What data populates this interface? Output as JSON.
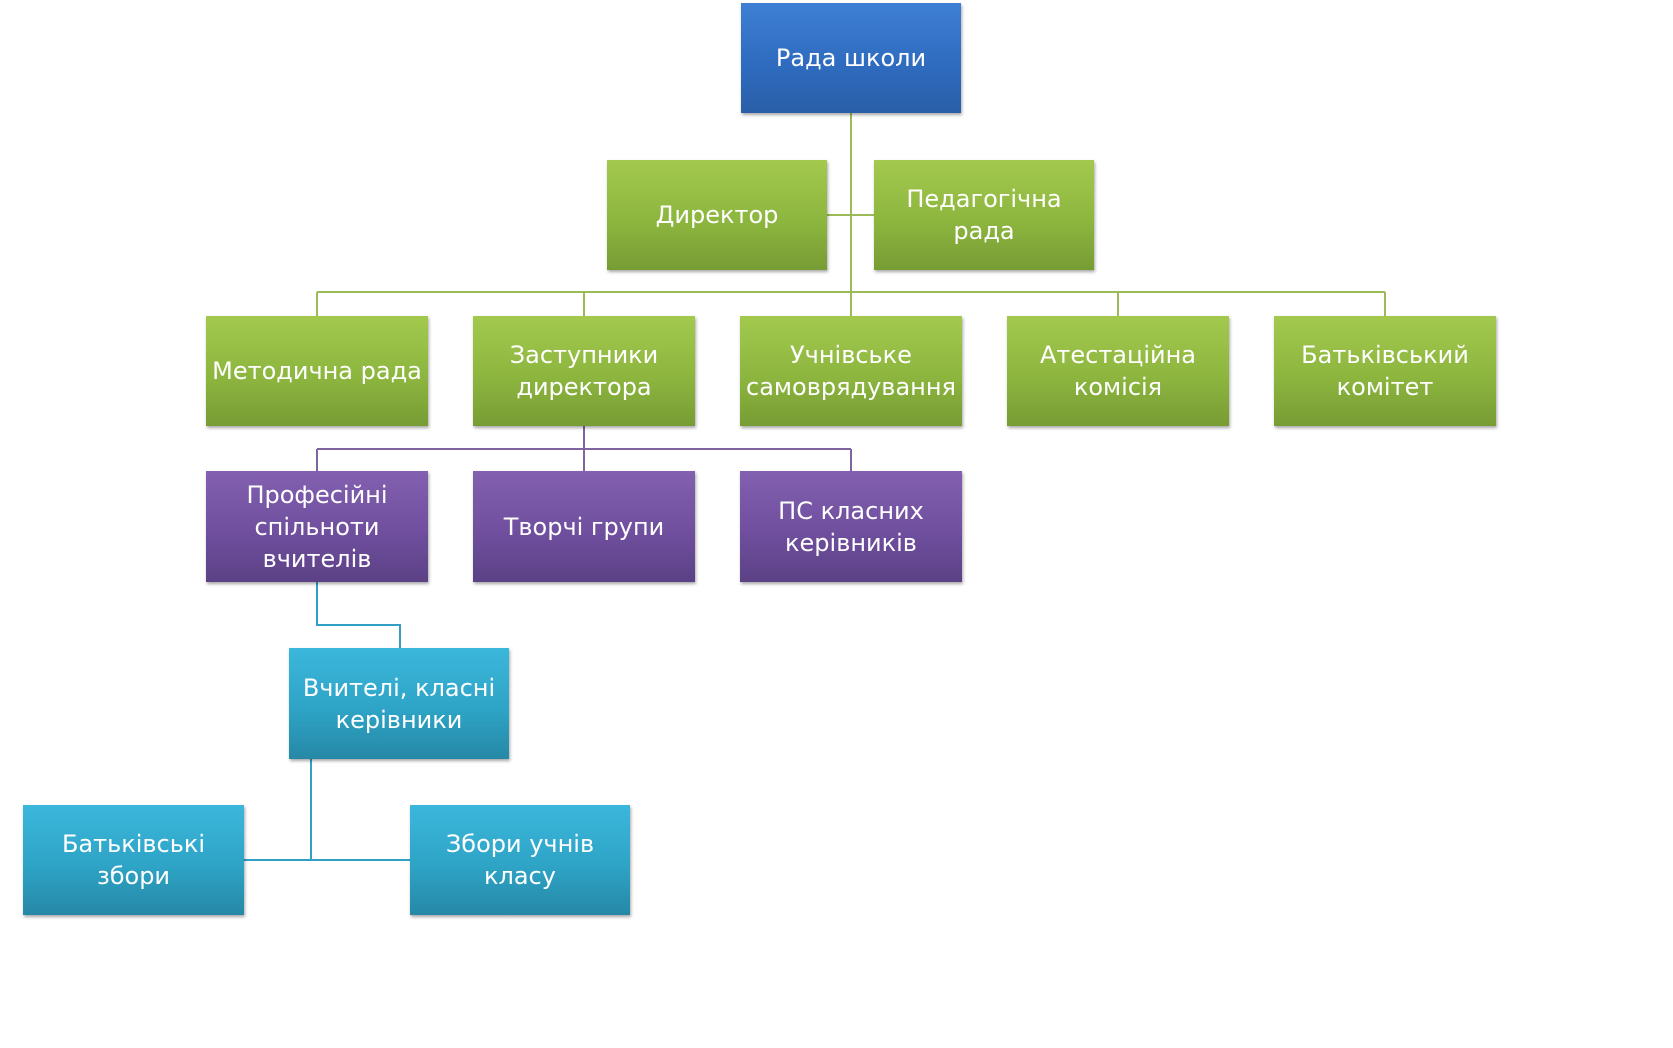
{
  "diagram": {
    "nodes": {
      "rada_shkoly": "Рада школи",
      "dyrektor": "Директор",
      "pedahohichna_rada": "Педагогічна рада",
      "metodychna_rada": "Методична рада",
      "zastupnyky": "Заступники\nдиректора",
      "uchnivske": "Учнівське\nсамоврядування",
      "atestatsiina": "Атестаційна\nкомісія",
      "batkivskyi_komitet": "Батьківський\nкомітет",
      "profesiini": "Професійні\nспільноти\nвчителів",
      "tvorchi_hrupy": "Творчі групи",
      "ps_klasnykh": "ПС класних\nкерівників",
      "vchyteli": "Вчителі, класні\nкерівники",
      "batkivski_zbory": "Батьківські збори",
      "zbory_uchniv": "Збори учнів\nкласу"
    },
    "colors": {
      "green_line": "#9bbb59",
      "purple_line": "#8064a2",
      "cyan_line": "#31a0c4"
    }
  }
}
